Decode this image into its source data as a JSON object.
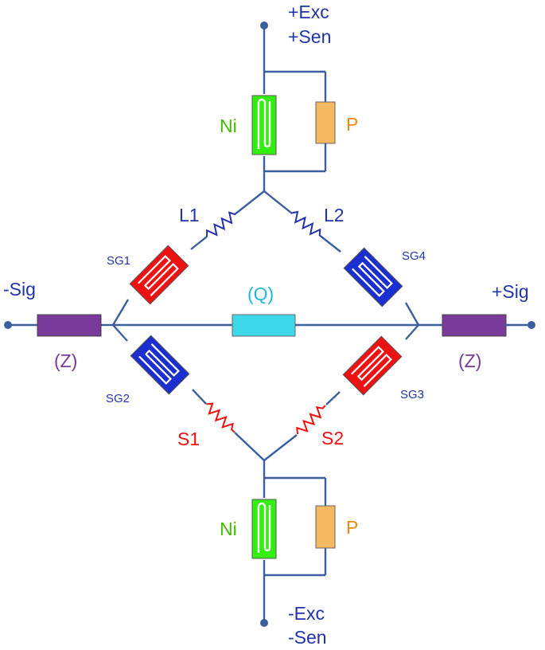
{
  "terminals": {
    "top": [
      "+Exc",
      "+Sen"
    ],
    "bottom": [
      "-Exc",
      "-Sen"
    ],
    "left": "-Sig",
    "right": "+Sig"
  },
  "components": {
    "ni_top": "Ni",
    "p_top": "P",
    "ni_bottom": "Ni",
    "p_bottom": "P",
    "l1": "L1",
    "l2": "L2",
    "s1": "S1",
    "s2": "S2",
    "sg1": "SG1",
    "sg2": "SG2",
    "sg3": "SG3",
    "sg4": "SG4",
    "q": "(Q)",
    "z_left": "(Z)",
    "z_right": "(Z)"
  },
  "colors": {
    "wire": "#3a5f9e",
    "ni_fill": "#33ee11",
    "p_fill": "#f4b860",
    "sg_red": "#ee1111",
    "sg_blue": "#1a2fd0",
    "q_fill": "#3fd8e8",
    "z_fill": "#7a3a9a",
    "label_blue": "#2233aa",
    "label_red": "#ee1111",
    "label_green": "#44bb00",
    "label_orange": "#f08a10",
    "label_cyan": "#22b8d8",
    "label_purple": "#7a3a9a"
  }
}
